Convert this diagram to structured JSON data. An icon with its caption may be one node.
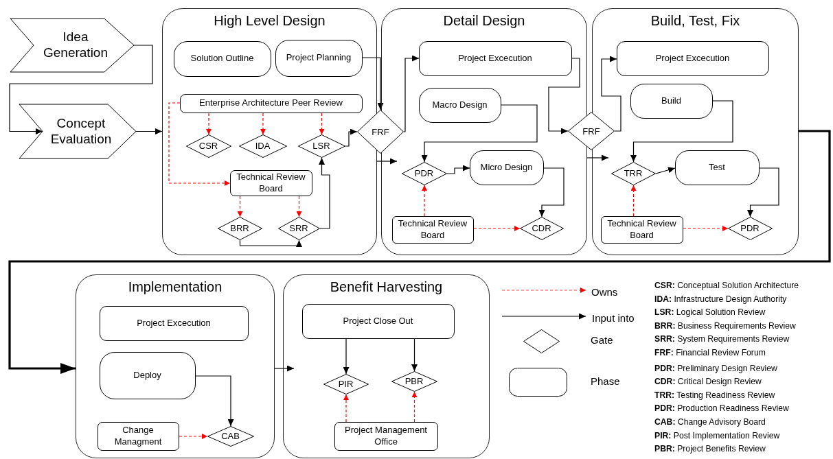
{
  "diagram": {
    "nodes": [
      {
        "text": [
          "Idea Generation"
        ]
      },
      {
        "text": [
          "Concept Evaluation"
        ]
      },
      {
        "text": [
          "High Level Design"
        ]
      },
      {
        "text": [
          "Solution Outline"
        ],
        "in": 2
      },
      {
        "text": [
          "Project Planning"
        ],
        "in": 2
      },
      {
        "text": [
          "Enterprise Architecture Peer Review"
        ],
        "in": 2
      },
      {
        "text": [
          "CSR"
        ],
        "in": 2
      },
      {
        "text": [
          "IDA"
        ],
        "in": 2
      },
      {
        "text": [
          "LSR"
        ],
        "in": 2
      },
      {
        "text": [
          "Technical Review Board"
        ],
        "in": 2
      },
      {
        "text": [
          "BRR"
        ],
        "in": 2
      },
      {
        "text": [
          "SRR"
        ],
        "in": 2
      },
      {
        "text": [
          "FRF"
        ]
      },
      {
        "text": [
          "Detail Design"
        ]
      },
      {
        "text": [
          "Project Excecution"
        ],
        "in": 13
      },
      {
        "text": [
          "Macro Design"
        ],
        "in": 13
      },
      {
        "text": [
          "PDR"
        ],
        "in": 13
      },
      {
        "text": [
          "Micro Design"
        ],
        "in": 13
      },
      {
        "text": [
          "Technical Review Board"
        ],
        "in": 13
      },
      {
        "text": [
          "CDR"
        ],
        "in": 13
      },
      {
        "text": [
          "FRF"
        ]
      },
      {
        "text": [
          "Build, Test, Fix"
        ]
      },
      {
        "text": [
          "Project Excecution"
        ],
        "in": 21
      },
      {
        "text": [
          "Build"
        ],
        "in": 21
      },
      {
        "text": [
          "TRR"
        ],
        "in": 21
      },
      {
        "text": [
          "Test"
        ],
        "in": 21
      },
      {
        "text": [
          "Technical Review Board"
        ],
        "in": 21
      },
      {
        "text": [
          "PDR"
        ],
        "in": 21
      },
      {
        "text": [
          "Implementation"
        ]
      },
      {
        "text": [
          "Project Excecution"
        ],
        "in": 28
      },
      {
        "text": [
          "Deploy"
        ],
        "in": 28
      },
      {
        "text": [
          "Change Managment"
        ],
        "in": 28
      },
      {
        "text": [
          "CAB"
        ],
        "in": 28
      },
      {
        "text": [
          "Benefit Harvesting"
        ]
      },
      {
        "text": [
          "Project Close Out"
        ],
        "in": 33
      },
      {
        "text": [
          "PIR"
        ],
        "in": 33
      },
      {
        "text": [
          "PBR"
        ],
        "in": 33
      },
      {
        "text": [
          "Project Management Office"
        ],
        "in": 33
      }
    ],
    "edges": [
      {
        "from": 0,
        "to": 1,
        "arrow": "to"
      },
      {
        "from": 1,
        "to": 2,
        "arrow": "to"
      },
      {
        "from": 4,
        "to": 12,
        "arrow": "to"
      },
      {
        "from": 5,
        "to": 6,
        "arrow": "to",
        "style": "dashed",
        "color": "#ff0000"
      },
      {
        "from": 5,
        "to": 7,
        "arrow": "to",
        "style": "dashed",
        "color": "#ff0000"
      },
      {
        "from": 5,
        "to": 8,
        "arrow": "to",
        "style": "dashed",
        "color": "#ff0000"
      },
      {
        "from": 5,
        "to": 9,
        "arrow": "to",
        "style": "dashed",
        "color": "#ff0000"
      },
      {
        "from": 9,
        "to": 10,
        "arrow": "to",
        "style": "dashed",
        "color": "#ff0000"
      },
      {
        "from": 9,
        "to": 11,
        "arrow": "to",
        "style": "dashed",
        "color": "#ff0000"
      },
      {
        "from": 10,
        "to": 11,
        "arrow": "to"
      },
      {
        "from": 11,
        "to": 8,
        "arrow": "to"
      },
      {
        "from": 8,
        "to": 12,
        "arrow": "to"
      },
      {
        "from": 12,
        "to": 14,
        "arrow": "to"
      },
      {
        "from": 2,
        "to": 13,
        "arrow": "to"
      },
      {
        "from": 15,
        "to": 16,
        "arrow": "to"
      },
      {
        "from": 16,
        "to": 17,
        "arrow": "to"
      },
      {
        "from": 17,
        "to": 19,
        "arrow": "to"
      },
      {
        "from": 18,
        "to": 16,
        "arrow": "to",
        "style": "dashed",
        "color": "#ff0000"
      },
      {
        "from": 18,
        "to": 19,
        "arrow": "to",
        "style": "dashed",
        "color": "#ff0000"
      },
      {
        "from": 14,
        "to": 20,
        "arrow": "to"
      },
      {
        "from": 13,
        "to": 21,
        "arrow": "to"
      },
      {
        "from": 20,
        "to": 22,
        "arrow": "to"
      },
      {
        "from": 23,
        "to": 24,
        "arrow": "to"
      },
      {
        "from": 24,
        "to": 25,
        "arrow": "to"
      },
      {
        "from": 25,
        "to": 27,
        "arrow": "to"
      },
      {
        "from": 26,
        "to": 24,
        "arrow": "to",
        "style": "dashed",
        "color": "#ff0000"
      },
      {
        "from": 26,
        "to": 27,
        "arrow": "to",
        "style": "dashed",
        "color": "#ff0000"
      },
      {
        "from": 21,
        "to": 28,
        "arrow": "to",
        "style": "thick"
      },
      {
        "from": 28,
        "to": 33,
        "arrow": "to"
      },
      {
        "from": 30,
        "to": 32,
        "arrow": "to"
      },
      {
        "from": 31,
        "to": 32,
        "arrow": "to",
        "style": "dashed",
        "color": "#ff0000"
      },
      {
        "from": 34,
        "to": 35,
        "arrow": "to"
      },
      {
        "from": 34,
        "to": 36,
        "arrow": "to"
      },
      {
        "from": 37,
        "to": 35,
        "arrow": "to",
        "style": "dashed",
        "color": "#ff0000"
      },
      {
        "from": 37,
        "to": 36,
        "arrow": "to",
        "style": "dashed",
        "color": "#ff0000"
      }
    ],
    "labels": [
      "**CSR:** Conceptual Solution Architecture",
      "**IDA:** Infrastructure Design Authority",
      "**LSR:** Logical Solution Review",
      "**BRR:** Business Requirements Review",
      "**SRR:** System Requirements Review",
      "**FRF:** Financial Review Forum",
      "**PDR:** Preliminary Design Review",
      "**CDR:** Critical Design Review",
      "**TRR:** Testing Readiness Review",
      "**PDR:** Production Readiness Review",
      "**CAB:** Change Advisory Board",
      "**PIR:** Post Implementation Review",
      "**PBR:** Project Benefits Review"
    ],
    "legend": [
      {
        "text": "Owns"
      },
      {
        "text": "Input into"
      },
      {
        "text": "Gate"
      },
      {
        "text": "Phase"
      }
    ]
  }
}
